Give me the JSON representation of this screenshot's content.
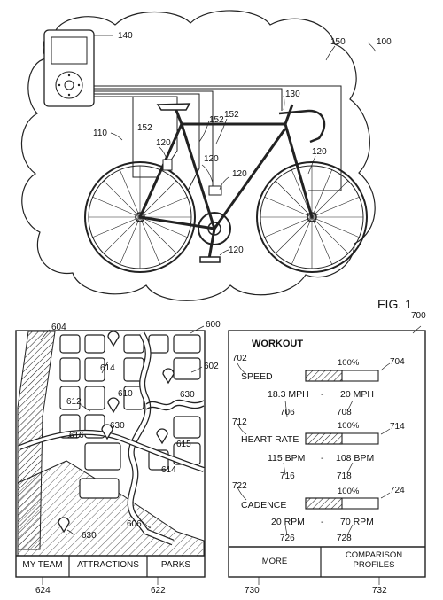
{
  "figure": {
    "title": "FIG. 1"
  },
  "refs": {
    "r100": "100",
    "r110": "110",
    "r120": "120",
    "r130": "130",
    "r140": "140",
    "r150": "150",
    "r152": "152",
    "r600": "600",
    "r602": "602",
    "r604": "604",
    "r606": "606",
    "r610": "610",
    "r612": "612",
    "r614": "614",
    "r615": "615",
    "r616": "616",
    "r622": "622",
    "r624": "624",
    "r630": "630",
    "r700": "700",
    "r702": "702",
    "r704": "704",
    "r706": "706",
    "r708": "708",
    "r712": "712",
    "r714": "714",
    "r716": "716",
    "r718": "718",
    "r722": "722",
    "r724": "724",
    "r726": "726",
    "r728": "728",
    "r730": "730",
    "r732": "732"
  },
  "map_screen": {
    "tabs": [
      {
        "label": "MY TEAM"
      },
      {
        "label": "ATTRACTIONS"
      },
      {
        "label": "PARKS"
      }
    ]
  },
  "workout_screen": {
    "title": "WORKOUT",
    "metrics": [
      {
        "label": "SPEED",
        "percent": "100%",
        "low": "18.3 MPH",
        "sep": "-",
        "high": "20 MPH",
        "fill": 0.5
      },
      {
        "label": "HEART RATE",
        "percent": "100%",
        "low": "115 BPM",
        "sep": "-",
        "high": "108 BPM",
        "fill": 0.5
      },
      {
        "label": "CADENCE",
        "percent": "100%",
        "low": "20 RPM",
        "sep": "-",
        "high": "70 RPM",
        "fill": 0.5
      }
    ],
    "buttons": {
      "more": "MORE",
      "comparison": "COMPARISON PROFILES"
    }
  }
}
